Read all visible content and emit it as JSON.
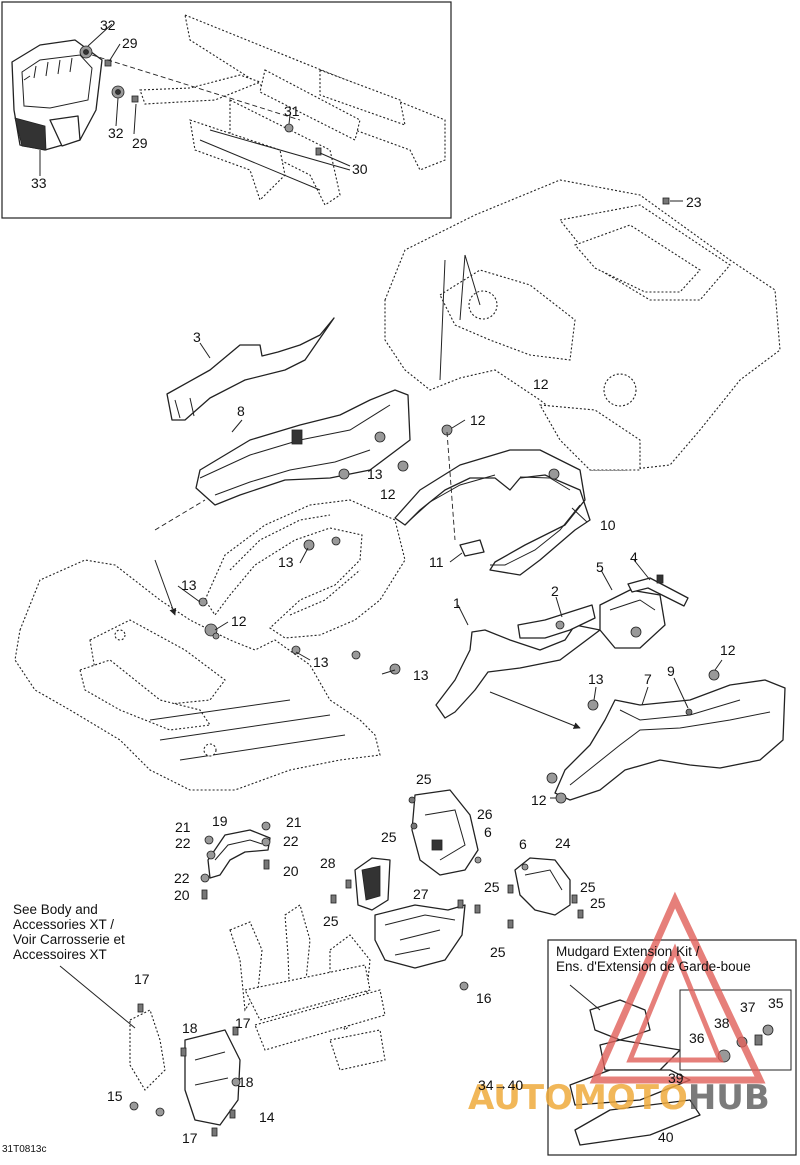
{
  "diagram": {
    "part_labels": [
      {
        "id": "l32a",
        "text": "32"
      },
      {
        "id": "l29a",
        "text": "29"
      },
      {
        "id": "l32b",
        "text": "32"
      },
      {
        "id": "l29b",
        "text": "29"
      },
      {
        "id": "l31",
        "text": "31"
      },
      {
        "id": "l30",
        "text": "30"
      },
      {
        "id": "l33",
        "text": "33"
      },
      {
        "id": "l23",
        "text": "23"
      },
      {
        "id": "l3",
        "text": "3"
      },
      {
        "id": "l8",
        "text": "8"
      },
      {
        "id": "l12a",
        "text": "12"
      },
      {
        "id": "l12b",
        "text": "12"
      },
      {
        "id": "l13a",
        "text": "13"
      },
      {
        "id": "l12c",
        "text": "12"
      },
      {
        "id": "l10",
        "text": "10"
      },
      {
        "id": "l13b",
        "text": "13"
      },
      {
        "id": "l11",
        "text": "11"
      },
      {
        "id": "l4",
        "text": "4"
      },
      {
        "id": "l5",
        "text": "5"
      },
      {
        "id": "l2",
        "text": "2"
      },
      {
        "id": "l1",
        "text": "1"
      },
      {
        "id": "l13c",
        "text": "13"
      },
      {
        "id": "l12d",
        "text": "12"
      },
      {
        "id": "l13d",
        "text": "13"
      },
      {
        "id": "l13e",
        "text": "13"
      },
      {
        "id": "l12e",
        "text": "12"
      },
      {
        "id": "l9",
        "text": "9"
      },
      {
        "id": "l13f",
        "text": "13"
      },
      {
        "id": "l7",
        "text": "7"
      },
      {
        "id": "l12f",
        "text": "12"
      },
      {
        "id": "l25a",
        "text": "25"
      },
      {
        "id": "l26",
        "text": "26"
      },
      {
        "id": "l25b",
        "text": "25"
      },
      {
        "id": "l6a",
        "text": "6"
      },
      {
        "id": "l21a",
        "text": "21"
      },
      {
        "id": "l19",
        "text": "19"
      },
      {
        "id": "l21b",
        "text": "21"
      },
      {
        "id": "l22a",
        "text": "22"
      },
      {
        "id": "l22b",
        "text": "22"
      },
      {
        "id": "l20a",
        "text": "20"
      },
      {
        "id": "l22c",
        "text": "22"
      },
      {
        "id": "l20b",
        "text": "20"
      },
      {
        "id": "l28",
        "text": "28"
      },
      {
        "id": "l24",
        "text": "24"
      },
      {
        "id": "l6b",
        "text": "6"
      },
      {
        "id": "l27",
        "text": "27"
      },
      {
        "id": "l25c",
        "text": "25"
      },
      {
        "id": "l25d",
        "text": "25"
      },
      {
        "id": "l25e",
        "text": "25"
      },
      {
        "id": "l25f",
        "text": "25"
      },
      {
        "id": "l25g",
        "text": "25"
      },
      {
        "id": "l16",
        "text": "16"
      },
      {
        "id": "l17a",
        "text": "17"
      },
      {
        "id": "l18a",
        "text": "18"
      },
      {
        "id": "l17b",
        "text": "17"
      },
      {
        "id": "l18b",
        "text": "18"
      },
      {
        "id": "l15",
        "text": "15"
      },
      {
        "id": "l14",
        "text": "14"
      },
      {
        "id": "l17c",
        "text": "17"
      },
      {
        "id": "l37",
        "text": "37"
      },
      {
        "id": "l35",
        "text": "35"
      },
      {
        "id": "l38",
        "text": "38"
      },
      {
        "id": "l36",
        "text": "36"
      },
      {
        "id": "l39",
        "text": "39"
      },
      {
        "id": "l40",
        "text": "40"
      }
    ],
    "cross_reference": [
      "See Body and",
      "Accessories XT /",
      "Voir Carrosserie et",
      "Accessoires XT"
    ],
    "inset_title": [
      "Mudgard Extension Kit /",
      "Ens. d'Extension de Garde-boue"
    ],
    "inset_ref": "34→40",
    "drawing_code": "31T0813c",
    "watermark": {
      "part1": "AUTOMOTO",
      "part2": "HUB"
    }
  },
  "colors": {
    "line": "#222222",
    "watermark_red": "#e0605a",
    "watermark_orange": "#eeaa3c",
    "watermark_gray": "#5a5a5a"
  }
}
